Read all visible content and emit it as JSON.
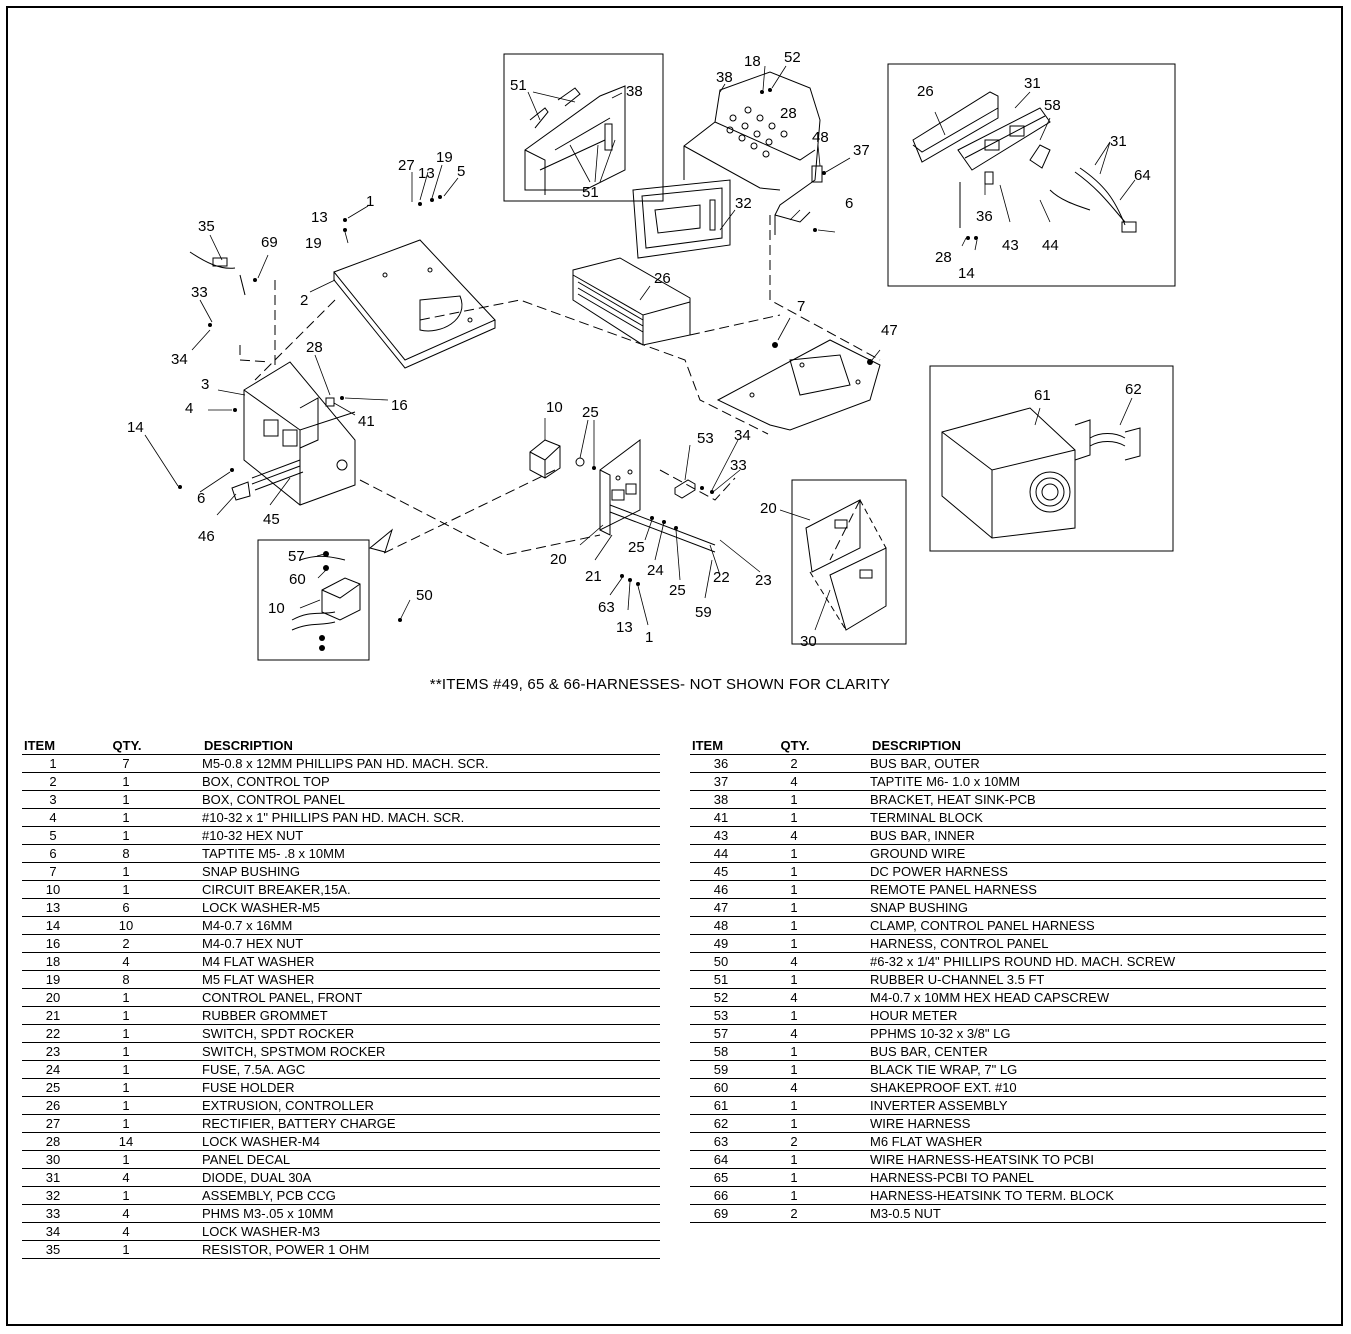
{
  "callouts": [
    {
      "text": "51"
    },
    {
      "text": "38"
    },
    {
      "text": "51"
    },
    {
      "text": "18"
    },
    {
      "text": "52"
    },
    {
      "text": "38"
    },
    {
      "text": "28"
    },
    {
      "text": "48"
    },
    {
      "text": "37"
    },
    {
      "text": "32"
    },
    {
      "text": "6"
    },
    {
      "text": "26"
    },
    {
      "text": "26"
    },
    {
      "text": "31"
    },
    {
      "text": "58"
    },
    {
      "text": "31"
    },
    {
      "text": "64"
    },
    {
      "text": "36"
    },
    {
      "text": "43"
    },
    {
      "text": "44"
    },
    {
      "text": "28"
    },
    {
      "text": "14"
    },
    {
      "text": "27"
    },
    {
      "text": "19"
    },
    {
      "text": "13"
    },
    {
      "text": "5"
    },
    {
      "text": "13"
    },
    {
      "text": "1"
    },
    {
      "text": "19"
    },
    {
      "text": "2"
    },
    {
      "text": "35"
    },
    {
      "text": "69"
    },
    {
      "text": "33"
    },
    {
      "text": "34"
    },
    {
      "text": "28"
    },
    {
      "text": "3"
    },
    {
      "text": "4"
    },
    {
      "text": "16"
    },
    {
      "text": "41"
    },
    {
      "text": "14"
    },
    {
      "text": "6"
    },
    {
      "text": "46"
    },
    {
      "text": "45"
    },
    {
      "text": "7"
    },
    {
      "text": "47"
    },
    {
      "text": "61"
    },
    {
      "text": "62"
    },
    {
      "text": "10"
    },
    {
      "text": "25"
    },
    {
      "text": "53"
    },
    {
      "text": "34"
    },
    {
      "text": "33"
    },
    {
      "text": "20"
    },
    {
      "text": "21"
    },
    {
      "text": "25"
    },
    {
      "text": "24"
    },
    {
      "text": "25"
    },
    {
      "text": "22"
    },
    {
      "text": "23"
    },
    {
      "text": "59"
    },
    {
      "text": "63"
    },
    {
      "text": "13"
    },
    {
      "text": "1"
    },
    {
      "text": "20"
    },
    {
      "text": "30"
    },
    {
      "text": "57"
    },
    {
      "text": "60"
    },
    {
      "text": "10"
    },
    {
      "text": "50"
    }
  ],
  "note": "**ITEMS #49, 65 & 66-HARNESSES- NOT SHOWN FOR CLARITY",
  "table_headers": {
    "item": "ITEM",
    "qty": "QTY.",
    "description": "DESCRIPTION"
  },
  "parts_left": [
    {
      "item": "1",
      "qty": "7",
      "description": "M5-0.8 x 12MM PHILLIPS PAN HD. MACH. SCR."
    },
    {
      "item": "2",
      "qty": "1",
      "description": "BOX, CONTROL TOP"
    },
    {
      "item": "3",
      "qty": "1",
      "description": "BOX, CONTROL PANEL"
    },
    {
      "item": "4",
      "qty": "1",
      "description": "#10-32 x 1\" PHILLIPS PAN HD. MACH. SCR."
    },
    {
      "item": "5",
      "qty": "1",
      "description": "#10-32 HEX NUT"
    },
    {
      "item": "6",
      "qty": "8",
      "description": "TAPTITE M5- .8 x 10MM"
    },
    {
      "item": "7",
      "qty": "1",
      "description": "SNAP BUSHING"
    },
    {
      "item": "10",
      "qty": "1",
      "description": "CIRCUIT BREAKER,15A."
    },
    {
      "item": "13",
      "qty": "6",
      "description": "LOCK WASHER-M5"
    },
    {
      "item": "14",
      "qty": "10",
      "description": "M4-0.7 x 16MM"
    },
    {
      "item": "16",
      "qty": "2",
      "description": "M4-0.7 HEX NUT"
    },
    {
      "item": "18",
      "qty": "4",
      "description": "M4 FLAT WASHER"
    },
    {
      "item": "19",
      "qty": "8",
      "description": "M5 FLAT WASHER"
    },
    {
      "item": "20",
      "qty": "1",
      "description": "CONTROL PANEL, FRONT"
    },
    {
      "item": "21",
      "qty": "1",
      "description": "RUBBER GROMMET"
    },
    {
      "item": "22",
      "qty": "1",
      "description": "SWITCH, SPDT ROCKER"
    },
    {
      "item": "23",
      "qty": "1",
      "description": "SWITCH, SPSTMOM ROCKER"
    },
    {
      "item": "24",
      "qty": "1",
      "description": "FUSE, 7.5A. AGC"
    },
    {
      "item": "25",
      "qty": "1",
      "description": "FUSE HOLDER"
    },
    {
      "item": "26",
      "qty": "1",
      "description": "EXTRUSION, CONTROLLER"
    },
    {
      "item": "27",
      "qty": "1",
      "description": "RECTIFIER, BATTERY CHARGE"
    },
    {
      "item": "28",
      "qty": "14",
      "description": "LOCK WASHER-M4"
    },
    {
      "item": "30",
      "qty": "1",
      "description": "PANEL DECAL"
    },
    {
      "item": "31",
      "qty": "4",
      "description": "DIODE, DUAL 30A"
    },
    {
      "item": "32",
      "qty": "1",
      "description": "ASSEMBLY, PCB CCG"
    },
    {
      "item": "33",
      "qty": "4",
      "description": "PHMS M3-.05 x 10MM"
    },
    {
      "item": "34",
      "qty": "4",
      "description": "LOCK WASHER-M3"
    },
    {
      "item": "35",
      "qty": "1",
      "description": "RESISTOR, POWER 1 OHM"
    }
  ],
  "parts_right": [
    {
      "item": "36",
      "qty": "2",
      "description": "BUS BAR, OUTER"
    },
    {
      "item": "37",
      "qty": "4",
      "description": "TAPTITE M6- 1.0 x 10MM"
    },
    {
      "item": "38",
      "qty": "1",
      "description": "BRACKET, HEAT SINK-PCB"
    },
    {
      "item": "41",
      "qty": "1",
      "description": "TERMINAL BLOCK"
    },
    {
      "item": "43",
      "qty": "4",
      "description": "BUS BAR, INNER"
    },
    {
      "item": "44",
      "qty": "1",
      "description": "GROUND WIRE"
    },
    {
      "item": "45",
      "qty": "1",
      "description": "DC POWER HARNESS"
    },
    {
      "item": "46",
      "qty": "1",
      "description": "REMOTE PANEL HARNESS"
    },
    {
      "item": "47",
      "qty": "1",
      "description": "SNAP BUSHING"
    },
    {
      "item": "48",
      "qty": "1",
      "description": "CLAMP, CONTROL PANEL HARNESS"
    },
    {
      "item": "49",
      "qty": "1",
      "description": "HARNESS, CONTROL PANEL"
    },
    {
      "item": "50",
      "qty": "4",
      "description": "#6-32 x 1/4\" PHILLIPS ROUND HD. MACH. SCREW"
    },
    {
      "item": "51",
      "qty": "1",
      "description": "RUBBER U-CHANNEL 3.5 FT"
    },
    {
      "item": "52",
      "qty": "4",
      "description": "M4-0.7 x 10MM HEX HEAD CAPSCREW"
    },
    {
      "item": "53",
      "qty": "1",
      "description": "HOUR METER"
    },
    {
      "item": "57",
      "qty": "4",
      "description": "PPHMS 10-32 x 3/8\" LG"
    },
    {
      "item": "58",
      "qty": "1",
      "description": "BUS BAR, CENTER"
    },
    {
      "item": "59",
      "qty": "1",
      "description": "BLACK TIE WRAP, 7\" LG"
    },
    {
      "item": "60",
      "qty": "4",
      "description": "SHAKEPROOF EXT. #10"
    },
    {
      "item": "61",
      "qty": "1",
      "description": "INVERTER ASSEMBLY"
    },
    {
      "item": "62",
      "qty": "1",
      "description": "WIRE HARNESS"
    },
    {
      "item": "63",
      "qty": "2",
      "description": "M6 FLAT WASHER"
    },
    {
      "item": "64",
      "qty": "1",
      "description": "WIRE HARNESS-HEATSINK TO PCBI"
    },
    {
      "item": "65",
      "qty": "1",
      "description": "HARNESS-PCBI TO PANEL"
    },
    {
      "item": "66",
      "qty": "1",
      "description": "HARNESS-HEATSINK TO TERM. BLOCK"
    },
    {
      "item": "69",
      "qty": "2",
      "description": "M3-0.5 NUT"
    }
  ]
}
